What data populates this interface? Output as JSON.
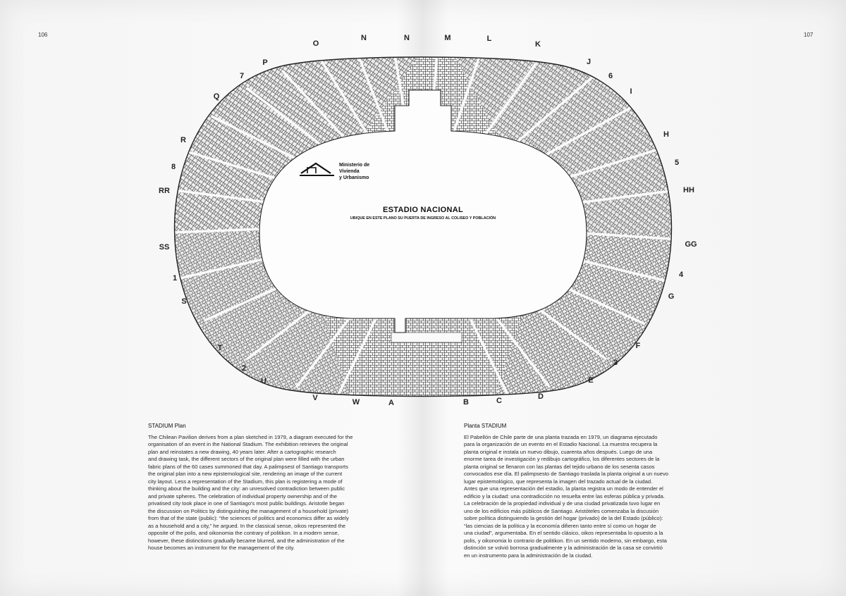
{
  "page_numbers": {
    "left": "106",
    "right": "107"
  },
  "plan": {
    "ministry": [
      "Ministerio de",
      "Vivienda",
      "y Urbanismo"
    ],
    "title": "ESTADIO NACIONAL",
    "subtitle": "UBIQUE EN ESTE PLANO SU PUERTA DE INGRESO AL COLISEO Y POBLACIÓN",
    "sector_labels": [
      "N",
      "N",
      "M",
      "L",
      "K",
      "J",
      "6",
      "I",
      "H",
      "5",
      "HH",
      "GG",
      "4",
      "G",
      "F",
      "3",
      "E",
      "D",
      "C",
      "B",
      "A",
      "W",
      "V",
      "U",
      "2",
      "T",
      "S",
      "1",
      "SS",
      "RR",
      "8",
      "R",
      "Q",
      "7",
      "P",
      "O"
    ]
  },
  "english": {
    "heading": "STADIUM Plan",
    "lines": [
      "The Chilean Pavilion derives from a plan sketched in 1979, a diagram executed for the",
      "organisation of an event in the National Stadium. The exhibition retrieves the original",
      "plan and reinstates a new drawing, 40 years later. After a cartographic research",
      "and drawing task, the different sectors of the original plan were filled with the urban",
      "fabric plans of the 60 cases summoned that day. A palimpsest of Santiago transports",
      "the original plan into a new epistemological site, rendering an image of the current",
      "city layout. Less a representation of the Stadium, this plan is registering a mode of",
      "thinking about the building and the city: an unresolved contradiction between public",
      "and private spheres. The celebration of individual property ownership and of the",
      "privatised city took place in one of Santiago's most public buildings. Aristotle began",
      "the discussion on Politics by distinguishing the management of a household (private)",
      "from that of the state (public): “the sciences of politics and economics differ as widely",
      "as a household and a city,” he argued. In the classical sense, oikos represented the",
      "opposite of the polis, and oikonomia the contrary of politikon. In a modern sense,",
      "however, these distinctions gradually became blurred, and the administration of the",
      "house becomes an instrument for the management of the city."
    ]
  },
  "spanish": {
    "heading": "Planta STADIUM",
    "lines": [
      "El Pabellón de Chile parte de una planta trazada en 1979, un diagrama ejecutado",
      "para la organización de un evento en el Estadio Nacional. La muestra recupera la",
      "planta original e instala un nuevo dibujo, cuarenta años después. Luego de una",
      "enorme tarea de investigación y redibujo cartográfico, los diferentes sectores de la",
      "planta original se llenaron con las plantas del tejido urbano de los sesenta casos",
      "convocados ese día. El palimpsesto de Santiago traslada la planta original a un nuevo",
      "lugar epistemológico, que representa la imagen del trazado actual de la ciudad.",
      "Antes que una representación del estadio, la planta registra un modo de entender el",
      "edificio y la ciudad: una contradicción no resuelta entre las esferas pública y privada.",
      "La celebración de la propiedad individual y de una ciudad privatizada tuvo lugar en",
      "uno de los edificios más públicos de Santiago. Aristóteles comenzaba la discusión",
      "sobre política distinguiendo la gestión del hogar (privado) de la del Estado (público):",
      "“las ciencias de la política y la economía difieren tanto entre sí como un hogar de",
      "una ciudad”, argumentaba. En el sentido clásico, oikos representaba lo opuesto a la",
      "polis, y oikonomia lo contrario de politikon. En un sentido moderno, sin embargo, esta",
      "distinción se volvió borrosa gradualmente y la administración de la casa se convirtió",
      "en un instrumento para la administración de la ciudad."
    ]
  }
}
